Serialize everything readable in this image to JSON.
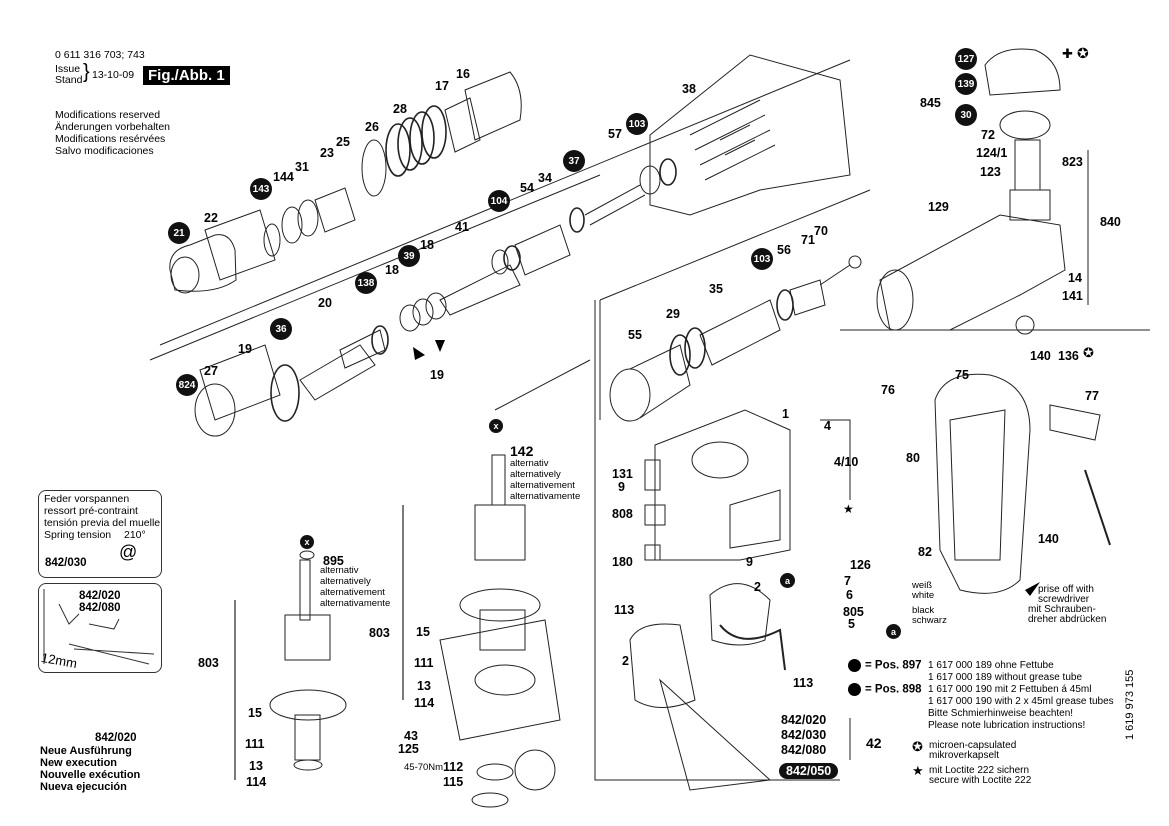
{
  "header": {
    "part_number": "0 611 316 703; 743",
    "issue_label_1": "Issue",
    "issue_label_2": "Stand",
    "issue_date": "13-10-09",
    "figure_title": "Fig./Abb. 1",
    "modifications": [
      "Modifications reserved",
      "Änderungen vorbehalten",
      "Modifications resérvées",
      "Salvo modificaciones"
    ]
  },
  "spring_note": {
    "lines": [
      "Feder vorspannen",
      "ressort pré-contraint",
      "tensión previa del muelle",
      "Spring tension"
    ],
    "angle": "210°",
    "part": "842/030"
  },
  "pliers_note": {
    "parts": [
      "842/020",
      "842/080"
    ],
    "measure": "12mm"
  },
  "new_execution": {
    "part": "842/020",
    "lines": [
      "Neue Ausführung",
      "New execution",
      "Nouvelle exécution",
      "Nueva ejecución"
    ]
  },
  "alternative_text": [
    "alternativ",
    "alternatively",
    "alternativement",
    "alternativamente"
  ],
  "badges": {
    "b21": "21",
    "b143": "143",
    "b138": "138",
    "b36": "36",
    "b824": "824",
    "b39": "39",
    "b104": "104",
    "b37": "37",
    "b103a": "103",
    "b103b": "103",
    "b127": "127",
    "b139": "139",
    "b30": "30",
    "x1": "x",
    "x2": "x",
    "a1": "a",
    "a2": "a"
  },
  "labels": {
    "l16": "16",
    "l17": "17",
    "l28": "28",
    "l26": "26",
    "l25": "25",
    "l23": "23",
    "l31": "31",
    "l144": "144",
    "l22": "22",
    "l41": "41",
    "l18a": "18",
    "l18b": "18",
    "l20": "20",
    "l19a": "19",
    "l19b": "19",
    "l27": "27",
    "l38": "38",
    "l57": "57",
    "l54": "54",
    "l34": "34",
    "l845": "845",
    "l72": "72",
    "l124_1": "124/1",
    "l123": "123",
    "l823": "823",
    "l129": "129",
    "l840": "840",
    "l14": "14",
    "l141": "141",
    "l56": "56",
    "l71": "71",
    "l70": "70",
    "l35": "35",
    "l29": "29",
    "l55": "55",
    "l140a": "140",
    "l136": "136",
    "l77": "77",
    "l75": "75",
    "l76": "76",
    "l1": "1",
    "l4": "4",
    "l4_10": "4/10",
    "l80": "80",
    "l131": "131",
    "l9a": "9",
    "l808": "808",
    "l9b": "9",
    "l180": "180",
    "l126": "126",
    "l7": "7",
    "l6": "6",
    "l805": "805",
    "l5": "5",
    "l82": "82",
    "l140b": "140",
    "l142": "142",
    "l895": "895",
    "l803a": "803",
    "l803b": "803",
    "l15a": "15",
    "l111a": "111",
    "l13a": "13",
    "l114a": "114",
    "l15b": "15",
    "l111b": "111",
    "l13b": "13",
    "l114b": "114",
    "l43": "43",
    "l125": "125",
    "l112": "112",
    "l115": "115",
    "torque": "45-70Nm",
    "l113a": "113",
    "l113b": "113",
    "l2a": "2",
    "l2b": "2",
    "l42": "42",
    "p842_020": "842/020",
    "p842_030": "842/030",
    "p842_080": "842/080",
    "p842_050": "842/050"
  },
  "wire_labels": {
    "white_de": "weiß",
    "white_en": "white",
    "black_en": "black",
    "black_de": "schwarz"
  },
  "prise_note": [
    "prise off with",
    "screwdriver",
    "mit Schrauben-",
    "dreher abdrücken"
  ],
  "grease": {
    "pos1": "= Pos. 897",
    "pos2": "= Pos. 898",
    "lines": [
      "1 617 000 189 ohne Fettube",
      "1 617 000 189 without grease tube",
      "1 617 000 190 mit 2 Fettuben á 45ml",
      "1 617 000 190 with 2 x 45ml grease tubes",
      "Bitte Schmierhinweise beachten!",
      "Please note lubrication instructions!"
    ]
  },
  "legend": {
    "micro_1": "microen-capsulated",
    "micro_2": "mikroverkapselt",
    "loctite_1": "mit Loctite 222 sichern",
    "loctite_2": "secure with Loctite 222"
  },
  "doc_number": "1 619 973 155"
}
